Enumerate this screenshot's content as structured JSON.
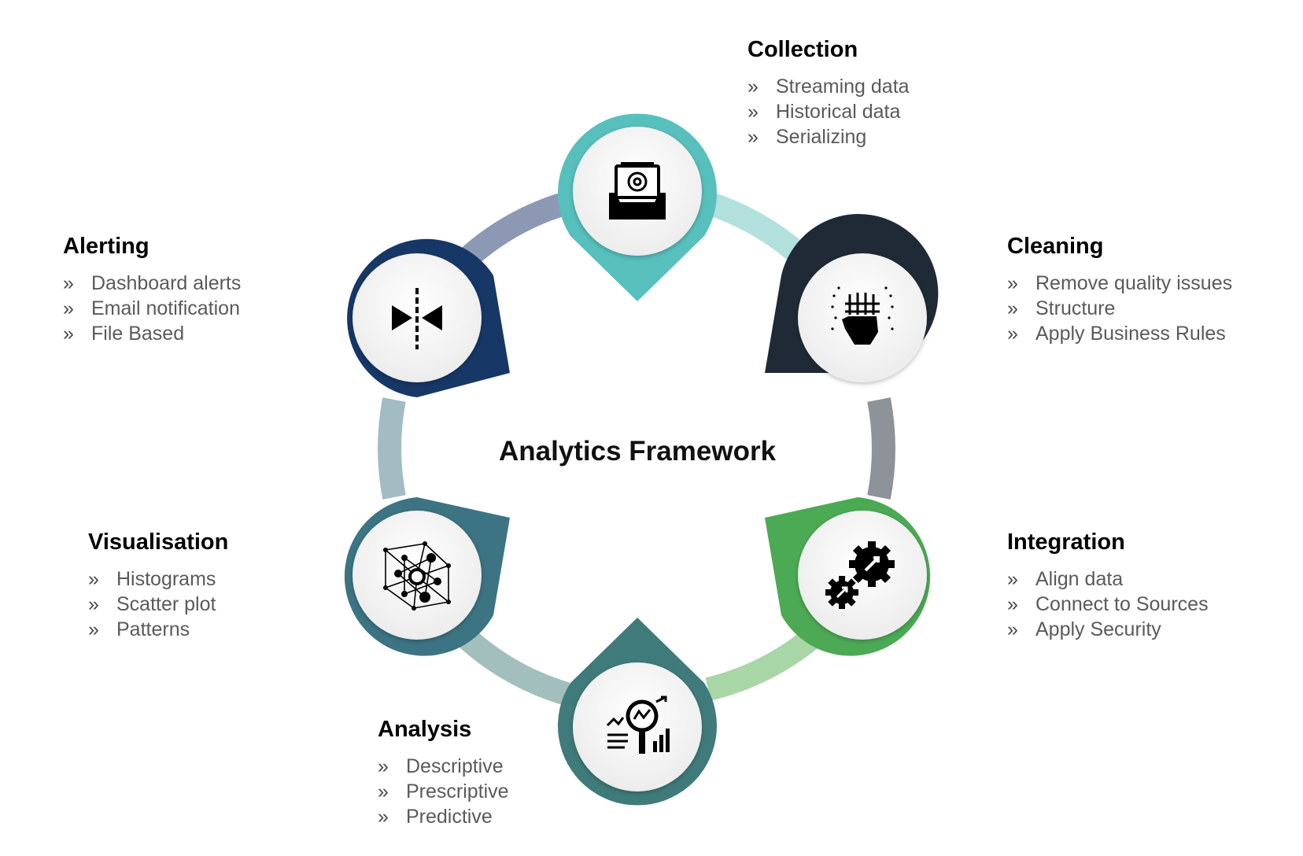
{
  "center_title": "Analytics Framework",
  "colors": {
    "collection": "#57c0bd",
    "cleaning": "#1f2a36",
    "integration": "#4caa55",
    "analysis": "#3f7b7a",
    "visualisation": "#3c7483",
    "alerting": "#173767"
  },
  "stages": {
    "collection": {
      "title": "Collection",
      "items": [
        "Streaming data",
        "Historical data",
        "Serializing"
      ],
      "icon": "inbox-archive-icon"
    },
    "cleaning": {
      "title": "Cleaning",
      "items": [
        "Remove quality issues",
        "Structure",
        "Apply Business Rules"
      ],
      "icon": "hand-filter-icon"
    },
    "integration": {
      "title": "Integration",
      "items": [
        "Align data",
        "Connect to Sources",
        "Apply Security"
      ],
      "icon": "gears-icon"
    },
    "analysis": {
      "title": "Analysis",
      "items": [
        "Descriptive",
        "Prescriptive",
        "Predictive"
      ],
      "icon": "magnifier-chart-icon"
    },
    "visualisation": {
      "title": "Visualisation",
      "items": [
        "Histograms",
        "Scatter plot",
        "Patterns"
      ],
      "icon": "network-graph-icon"
    },
    "alerting": {
      "title": "Alerting",
      "items": [
        "Dashboard alerts",
        "Email notification",
        "File Based"
      ],
      "icon": "split-arrows-icon"
    }
  },
  "bullet": "»"
}
